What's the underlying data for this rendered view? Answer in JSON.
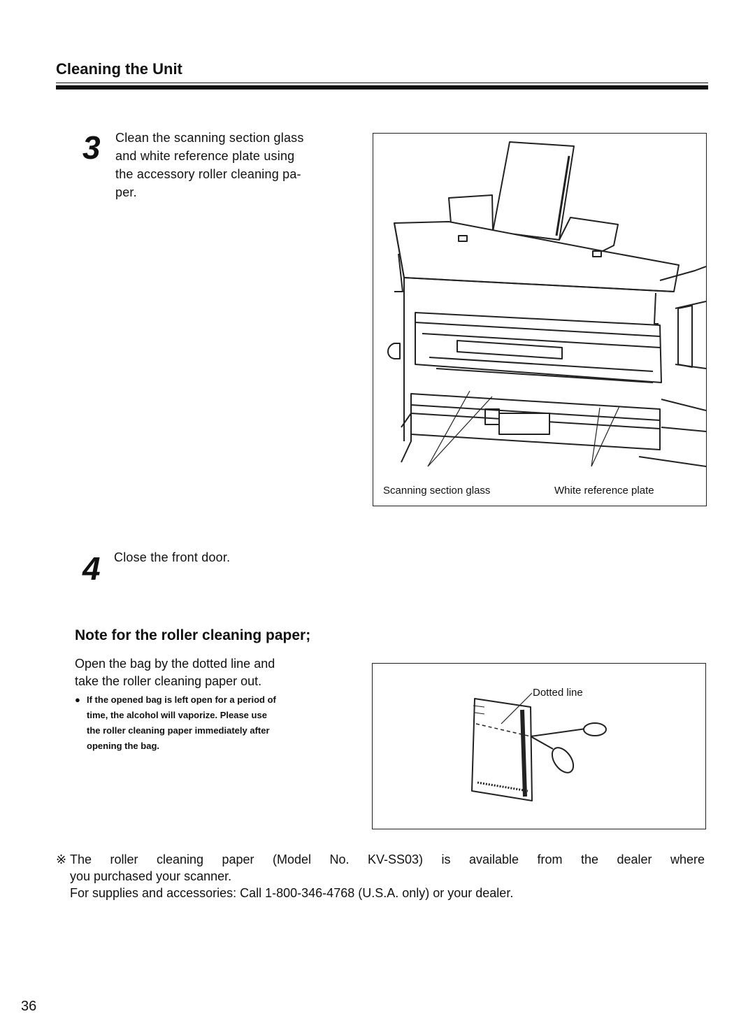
{
  "section": {
    "title": "Cleaning the Unit"
  },
  "step3": {
    "number": "3",
    "lines": [
      "Clean the scanning section glass",
      "and white reference plate using",
      "the accessory roller cleaning pa-",
      "per."
    ]
  },
  "figure1": {
    "caption_left": "Scanning section glass",
    "caption_right": "White reference plate"
  },
  "step4": {
    "number": "4",
    "text": "Close the front door."
  },
  "note": {
    "title": "Note for the roller cleaning paper;",
    "lines": [
      "Open the bag by the dotted line and",
      "take the roller cleaning paper out."
    ],
    "warning_bullet": "●",
    "warning_lines": [
      "If the opened bag is left open for a period of",
      "time, the alcohol will vaporize. Please use",
      "the roller cleaning paper immediately after",
      "opening the bag."
    ]
  },
  "figure2": {
    "label": "Dotted line"
  },
  "footnote": {
    "mark": "※",
    "lines": [
      "The roller cleaning paper (Model No. KV-SS03) is available from the dealer where",
      "you purchased your scanner.",
      "For supplies and accessories: Call 1-800-346-4768 (U.S.A. only) or your dealer."
    ]
  },
  "page_number": "36"
}
